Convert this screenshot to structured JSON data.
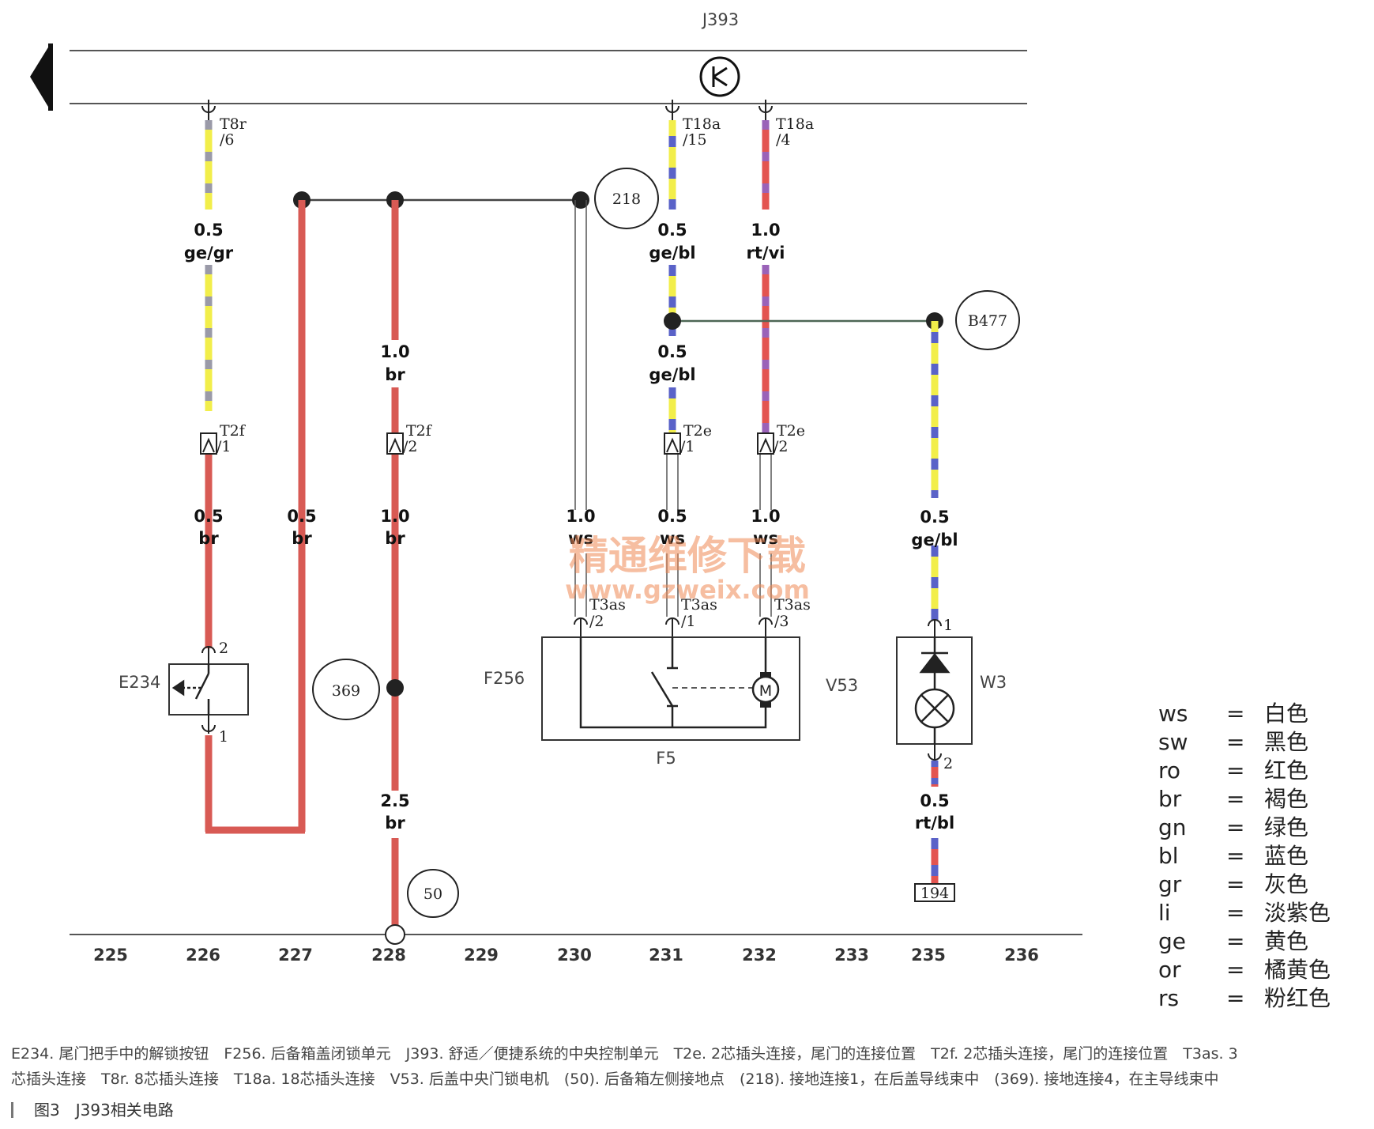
{
  "control_unit": "J393",
  "connectors": {
    "t8r": "T8r",
    "t8r_pin": "/6",
    "t18a_a": "T18a",
    "t18a_a_pin": "/15",
    "t18a_b": "T18a",
    "t18a_b_pin": "/4",
    "t2f_a": "T2f",
    "t2f_a_pin": "/1",
    "t2f_b": "T2f",
    "t2f_b_pin": "/2",
    "t2e_a": "T2e",
    "t2e_a_pin": "/1",
    "t2e_b": "T2e",
    "t2e_b_pin": "/2",
    "t3as_a": "T3as",
    "t3as_a_pin": "/2",
    "t3as_b": "T3as",
    "t3as_b_pin": "/1",
    "t3as_c": "T3as",
    "t3as_c_pin": "/3"
  },
  "wires": {
    "w1_size": "0.5",
    "w1_color": "ge/gr",
    "w2_size": "0.5",
    "w2_color": "ge/bl",
    "w3_size": "1.0",
    "w3_color": "rt/vi",
    "w4_size": "0.5",
    "w4_color": "ge/bl",
    "w5_size": "1.0",
    "w5_color": "br",
    "w6_size": "0.5",
    "w6_color": "br",
    "w7_size": "0.5",
    "w7_color": "br",
    "w8_size": "1.0",
    "w8_color": "br",
    "w9_size": "1.0",
    "w9_color": "ws",
    "w10_size": "0.5",
    "w10_color": "ws",
    "w11_size": "1.0",
    "w11_color": "ws",
    "w12_size": "0.5",
    "w12_color": "ge/bl",
    "w13_size": "2.5",
    "w13_color": "br",
    "w14_size": "0.5",
    "w14_color": "rt/bl"
  },
  "nodes": {
    "n218": "218",
    "b477": "B477",
    "n369": "369",
    "n50": "50",
    "ref194": "194"
  },
  "components": {
    "e234": "E234",
    "e234_pin2": "2",
    "e234_pin1": "1",
    "f256": "F256",
    "f5": "F5",
    "v53": "V53",
    "w3": "W3",
    "w3_pin1": "1",
    "w3_pin2": "2"
  },
  "watermark": {
    "line1": "精通维修下载",
    "line2": "www.gzweix.com"
  },
  "tracks": [
    "225",
    "226",
    "227",
    "228",
    "229",
    "230",
    "231",
    "232",
    "233",
    "235",
    "236"
  ],
  "legend": [
    {
      "code": "ws",
      "eq": "=",
      "name": "白色"
    },
    {
      "code": "sw",
      "eq": "=",
      "name": "黑色"
    },
    {
      "code": "ro",
      "eq": "=",
      "name": "红色"
    },
    {
      "code": "br",
      "eq": "=",
      "name": "褐色"
    },
    {
      "code": "gn",
      "eq": "=",
      "name": "绿色"
    },
    {
      "code": "bl",
      "eq": "=",
      "name": "蓝色"
    },
    {
      "code": "gr",
      "eq": "=",
      "name": "灰色"
    },
    {
      "code": "li",
      "eq": "=",
      "name": "淡紫色"
    },
    {
      "code": "ge",
      "eq": "=",
      "name": "黄色"
    },
    {
      "code": "or",
      "eq": "=",
      "name": "橘黄色"
    },
    {
      "code": "rs",
      "eq": "=",
      "name": "粉红色"
    }
  ],
  "caption": {
    "line1": "E234. 尾门把手中的解锁按钮　F256. 后备箱盖闭锁单元　J393. 舒适／便捷系统的中央控制单元　T2e. 2芯插头连接，尾门的连接位置　T2f. 2芯插头连接，尾门的连接位置　T3as. 3",
    "line2": "芯插头连接　T8r. 8芯插头连接　T18a. 18芯插头连接　V53. 后盖中央门锁电机　(50). 后备箱左侧接地点　(218). 接地连接1，在后盖导线束中　(369). 接地连接4，在主导线束中",
    "figure": "图3　J393相关电路"
  },
  "colors": {
    "yellow": "#f2ee4a",
    "red": "#e35450",
    "blue": "#5a62c8",
    "grey": "#9a9aa8",
    "violet": "#9a62b8"
  }
}
